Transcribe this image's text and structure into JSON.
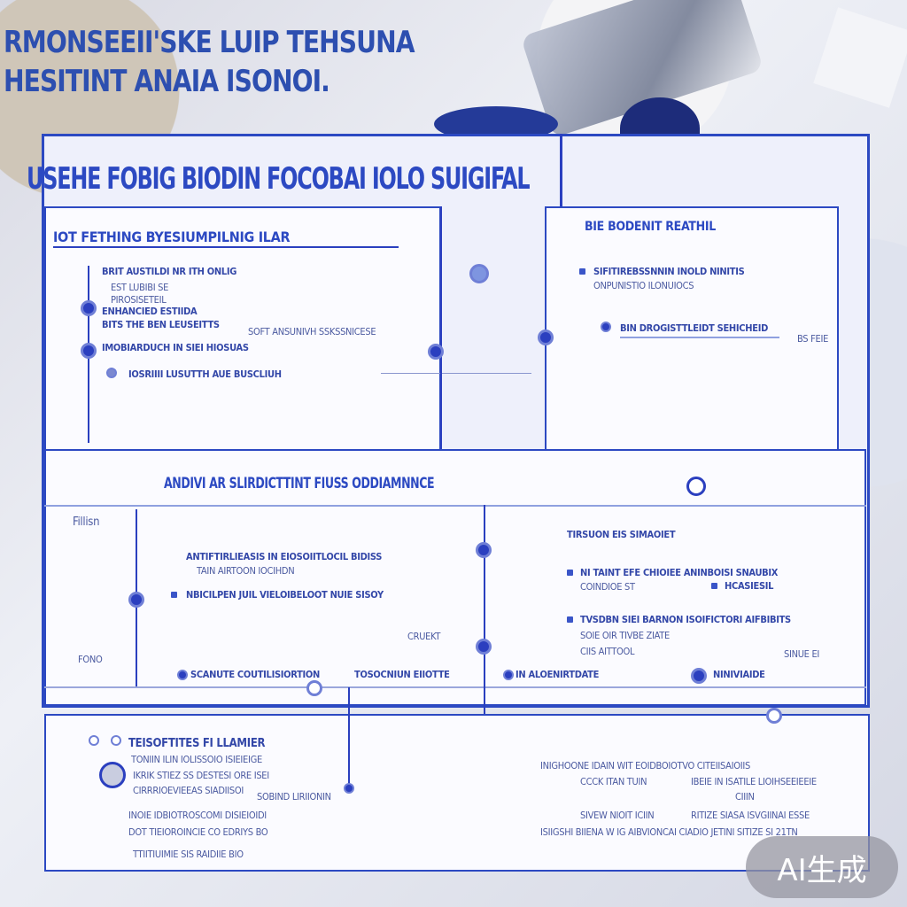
{
  "header": {
    "line1": "RMONSEEII'SKE LUIP TEHSUNA",
    "line2": "HESITINT ANAIA ISONOI."
  },
  "main": {
    "title": "USEHE FOBIG BIODIN FOCOBAI IOLO SUIGIFAL"
  },
  "panel_top_left": {
    "heading": "IOT FETHING BYESIUMPILNIG ILAR",
    "items": [
      "BRIT AUSTILDI NR ITH ONLIG",
      "EST LUBIBI SE",
      "PIROSISETEIL",
      "ENHANCIED ESTIIDA",
      "BITS THE BEN LEUSEITTS",
      "SOFT ANSUNIVH SSKSSNICESE",
      "IMOBIARDUCH IN SIEI HIOSUAS",
      "IOSRIIII LUSUTTH AUE BUSCLIUH"
    ]
  },
  "panel_top_right": {
    "heading": "BIE BODENIT REATHIL",
    "items": [
      "SIFITIREBSSNNIN INOLD NINITIS",
      "ONPUNISTIO ILONUIOCS",
      "BIN DROGISTTLEIDT SEHICHEID"
    ],
    "note": "BS FEIE"
  },
  "section2": {
    "title": "ANDIVI AR SLIRDICTTINT FIUSS ODDIAMNNCE",
    "left_label": "Fillisn",
    "left_items": [
      "ANTIFTIRLIEASIS IN EIOSOIITLOCIL BIDISS",
      "TAIN AIRTOON IOCIHDN",
      "NBICILPEN JUIL VIELOIBELOOT NUIE SISOY",
      "CRUEKT"
    ],
    "small_label": "FONO",
    "bottom_items": [
      "SCANUTE COUTILISIORTION",
      "TOSOCNIUN EIIOTTE",
      "IN ALOENIRTDATE",
      "NINIVIAIDE"
    ],
    "right_heading": "TIRSUON EIS SIMAOIET",
    "right_items": [
      "NI TAINT EFE CHIOIEE ANINBOISI SNAUBIX",
      "COINDIOE ST",
      "HCASIESIL",
      "TVSDBN SIEI BARNON ISOIFICTORI AIFBIBITS",
      "SOIE OIR TIVBE ZIATE",
      "CIIS AITTOOL",
      "SINUE EI"
    ]
  },
  "section3": {
    "heading": "TEISOFTITES FI LLAMIER",
    "left_items": [
      "TONIIN ILIN IOLISSOIO ISIEIEIGE",
      "IKRIK STIEZ SS DESTESI ORE ISEI",
      "CIRRRIOEVIEEAS SIADIISOI",
      "SOBIND LIRIIONIN",
      "INOIE IDBIOTROSCOMI DISIEIOIDI",
      "DOT TIEIOROINCIE CO EDRIYS BO",
      "TTIITIUIMIE SIS RAIDIIE BIO"
    ],
    "right_items": [
      "INIGHOONE IDAIN WIT EOIDBOIOTVO CITEIISAIOIIS",
      "CCCK ITAN TUIN",
      "IBEIE IN ISATILE LIOIHSEEIEEIE",
      "CIIIN",
      "SIVEW NIOIT ICIIN",
      "RITIZE SIASA ISVGIINAI ESSE",
      "ISIIGSHI BIIENA W IG AIBVIONCAI CIADIO JETINI SITIZE SI 21TN"
    ]
  },
  "badge": {
    "label": "AI生成"
  },
  "colors": {
    "accent": "#2c49c2",
    "text": "#3347a8",
    "panel": "#fbfbff"
  }
}
